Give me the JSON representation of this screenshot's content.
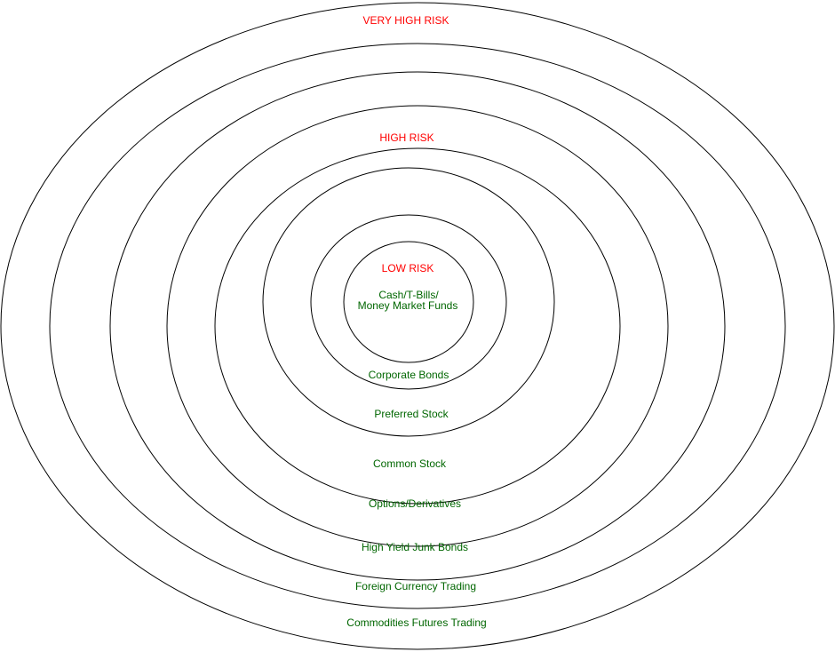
{
  "colors": {
    "risk_label": "#ff0000",
    "asset_label": "#006600",
    "ring_stroke": "#000000",
    "background": "#ffffff"
  },
  "risk_levels": {
    "low": "LOW RISK",
    "high": "HIGH RISK",
    "very_high": "VERY HIGH RISK"
  },
  "assets": {
    "cash_line1": "Cash/T-Bills/",
    "cash_line2": "Money Market Funds",
    "corporate_bonds": "Corporate Bonds",
    "preferred_stock": "Preferred Stock",
    "common_stock": "Common Stock",
    "options_derivatives": "Options/Derivatives",
    "high_yield": "High Yield Junk Bonds",
    "foreign_currency": "Foreign Currency Trading",
    "commodities": "Commodities Futures Trading"
  }
}
